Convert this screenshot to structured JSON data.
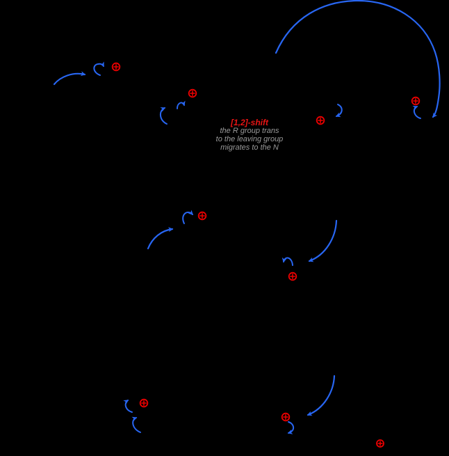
{
  "page": {
    "background_color": "#000000",
    "description": "Reaction mechanism scheme: curved electron-pushing arrows and circled plus charges of a [1,2]-shift (Beckmann-type) rearrangement; structures drawn in black are not visible against the black background"
  },
  "annotation": {
    "title": "[1,2]-shift",
    "lines": [
      "the R group trans",
      "to the leaving group",
      "migrates to the N"
    ]
  },
  "colors": {
    "arrow_blue": "#2866f2",
    "charge_red": "#ee0000",
    "note_gray": "#9a9a9a",
    "title_red": "#e81414"
  },
  "charges": {
    "symbol": "+",
    "meaning": "positive formal charge",
    "count": 9
  }
}
